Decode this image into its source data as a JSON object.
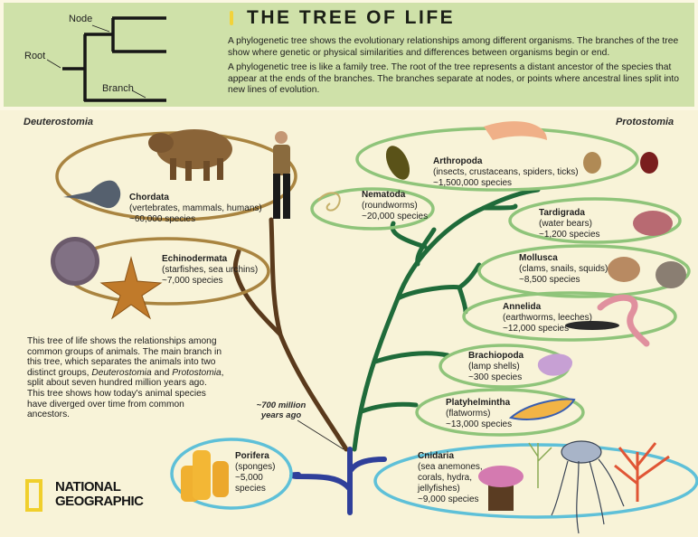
{
  "header": {
    "title": "THE TREE OF LIFE",
    "intro_paragraphs": [
      "A phylogenetic tree shows the evolutionary relationships among different organisms. The branches of the tree show where genetic or physical similarities and differences between organisms begin or end.",
      "A phylogenetic tree is like a family tree. The root of the tree represents a distant ancestor of the species that appear at the ends of the branches. The branches separate at nodes, or points where ancestral lines split into new lines of evolution."
    ],
    "legend": {
      "node_label": "Node",
      "root_label": "Root",
      "branch_label": "Branch"
    }
  },
  "groups": {
    "left": "Deuterostomia",
    "right": "Protostomia"
  },
  "taxa": [
    {
      "id": "chordata",
      "name": "Chordata",
      "examples": "(vertebrates, mammals, humans)",
      "species": "~60,000 species",
      "group": "Deuterostomia",
      "color": "#9c7a3c"
    },
    {
      "id": "echinodermata",
      "name": "Echinodermata",
      "examples": "(starfishes, sea urchins)",
      "species": "~7,000 species",
      "group": "Deuterostomia",
      "color": "#9c7a3c"
    },
    {
      "id": "arthropoda",
      "name": "Arthropoda",
      "examples": "(insects, crustaceans, spiders, ticks)",
      "species": "~1,500,000 species",
      "group": "Protostomia",
      "color": "#8fc47a"
    },
    {
      "id": "nematoda",
      "name": "Nematoda",
      "examples": "(roundworms)",
      "species": "~20,000 species",
      "group": "Protostomia",
      "color": "#8fc47a"
    },
    {
      "id": "tardigrada",
      "name": "Tardigrada",
      "examples": "(water bears)",
      "species": "~1,200 species",
      "group": "Protostomia",
      "color": "#8fc47a"
    },
    {
      "id": "mollusca",
      "name": "Mollusca",
      "examples": "(clams, snails, squids)",
      "species": "~8,500 species",
      "group": "Protostomia",
      "color": "#8fc47a"
    },
    {
      "id": "annelida",
      "name": "Annelida",
      "examples": "(earthworms, leeches)",
      "species": "~12,000 species",
      "group": "Protostomia",
      "color": "#8fc47a"
    },
    {
      "id": "brachiopoda",
      "name": "Brachiopoda",
      "examples": "(lamp shells)",
      "species": "~300 species",
      "group": "Protostomia",
      "color": "#8fc47a"
    },
    {
      "id": "platyhelmintha",
      "name": "Platyhelmintha",
      "examples": "(flatworms)",
      "species": "~13,000 species",
      "group": "Protostomia",
      "color": "#8fc47a"
    },
    {
      "id": "porifera",
      "name": "Porifera",
      "examples": "(sponges)",
      "species_lines": [
        "~5,000",
        "species"
      ],
      "group": "Basal",
      "color": "#5ec0d8"
    },
    {
      "id": "cnidaria",
      "name": "Cnidaria",
      "examples_lines": [
        "(sea anemones,",
        "corals, hydra,",
        "jellyfishes)"
      ],
      "species": "~9,000 species",
      "group": "Basal",
      "color": "#5ec0d8"
    }
  ],
  "description": {
    "line1": "This tree of life shows the relationships among common groups of animals. The main branch in this tree, which separates the animals into two distinct groups, ",
    "term1": "Deuterostomia",
    "and": " and ",
    "term2": "Protostomia",
    "line2": ", split about seven hundred million years ago. This tree shows how today's animal species have diverged over time from common ancestors."
  },
  "time_marker": {
    "line1": "~700 million",
    "line2": "years ago"
  },
  "logo": {
    "line1": "NATIONAL",
    "line2": "GEOGRAPHIC"
  },
  "colors": {
    "header_bg": "#cfe1a9",
    "page_bg": "#f8f3d8",
    "deuterostomia_branch": "#5a3a1c",
    "protostomia_branch": "#1f6b3a",
    "basal_branch": "#2f3f9a",
    "title_accent": "#f2d23a"
  }
}
